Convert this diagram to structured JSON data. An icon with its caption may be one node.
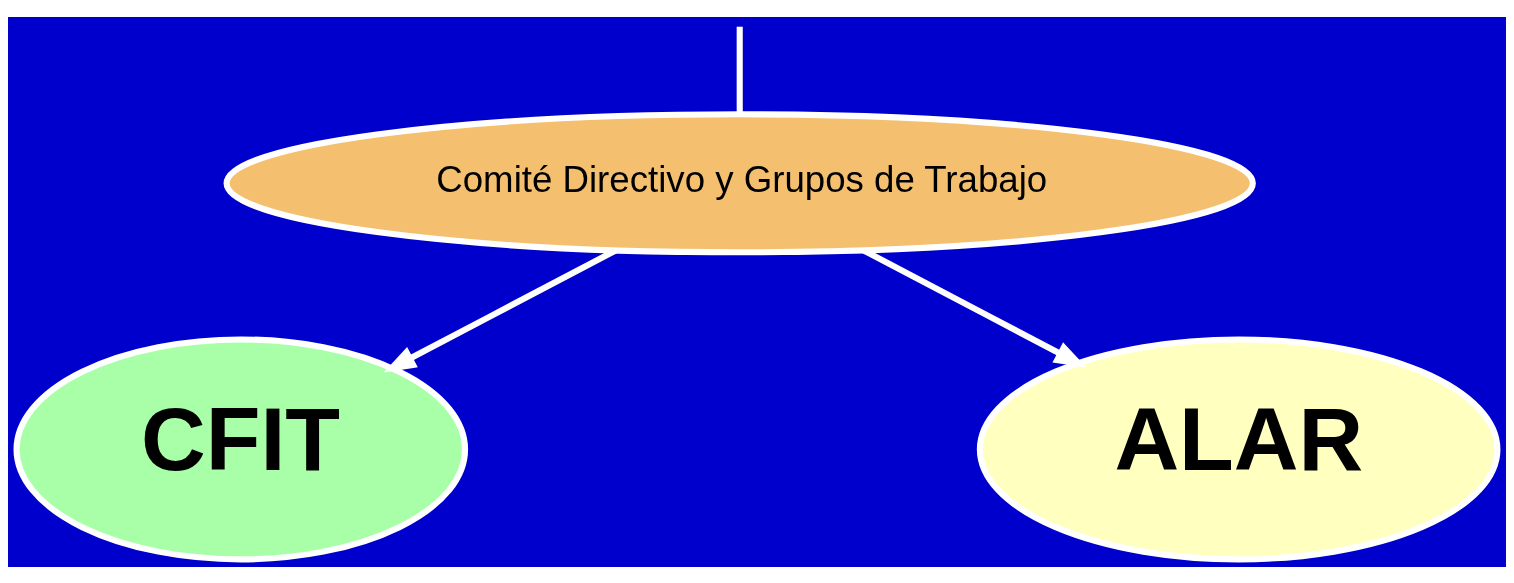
{
  "diagram": {
    "nodes": [
      {
        "text": [
          "Comité Directivo y Grupos de Trabajo"
        ]
      },
      {
        "text": [
          "CFIT"
        ]
      },
      {
        "text": [
          "ALAR"
        ]
      }
    ],
    "edges": [
      {
        "from": null,
        "to": 0,
        "arrow": "none"
      },
      {
        "from": 0,
        "to": 1,
        "arrow": "to"
      },
      {
        "from": 0,
        "to": 2,
        "arrow": "to"
      }
    ]
  }
}
